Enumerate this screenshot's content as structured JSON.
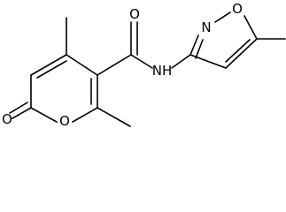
{
  "structure": {
    "atoms": {
      "carbonyl_oxygen": "O",
      "ring_oxygen": "O",
      "amide_oxygen": "O",
      "amide_nitrogen": "NH",
      "isoxazole_nitrogen": "N",
      "isoxazole_oxygen": "O"
    }
  }
}
